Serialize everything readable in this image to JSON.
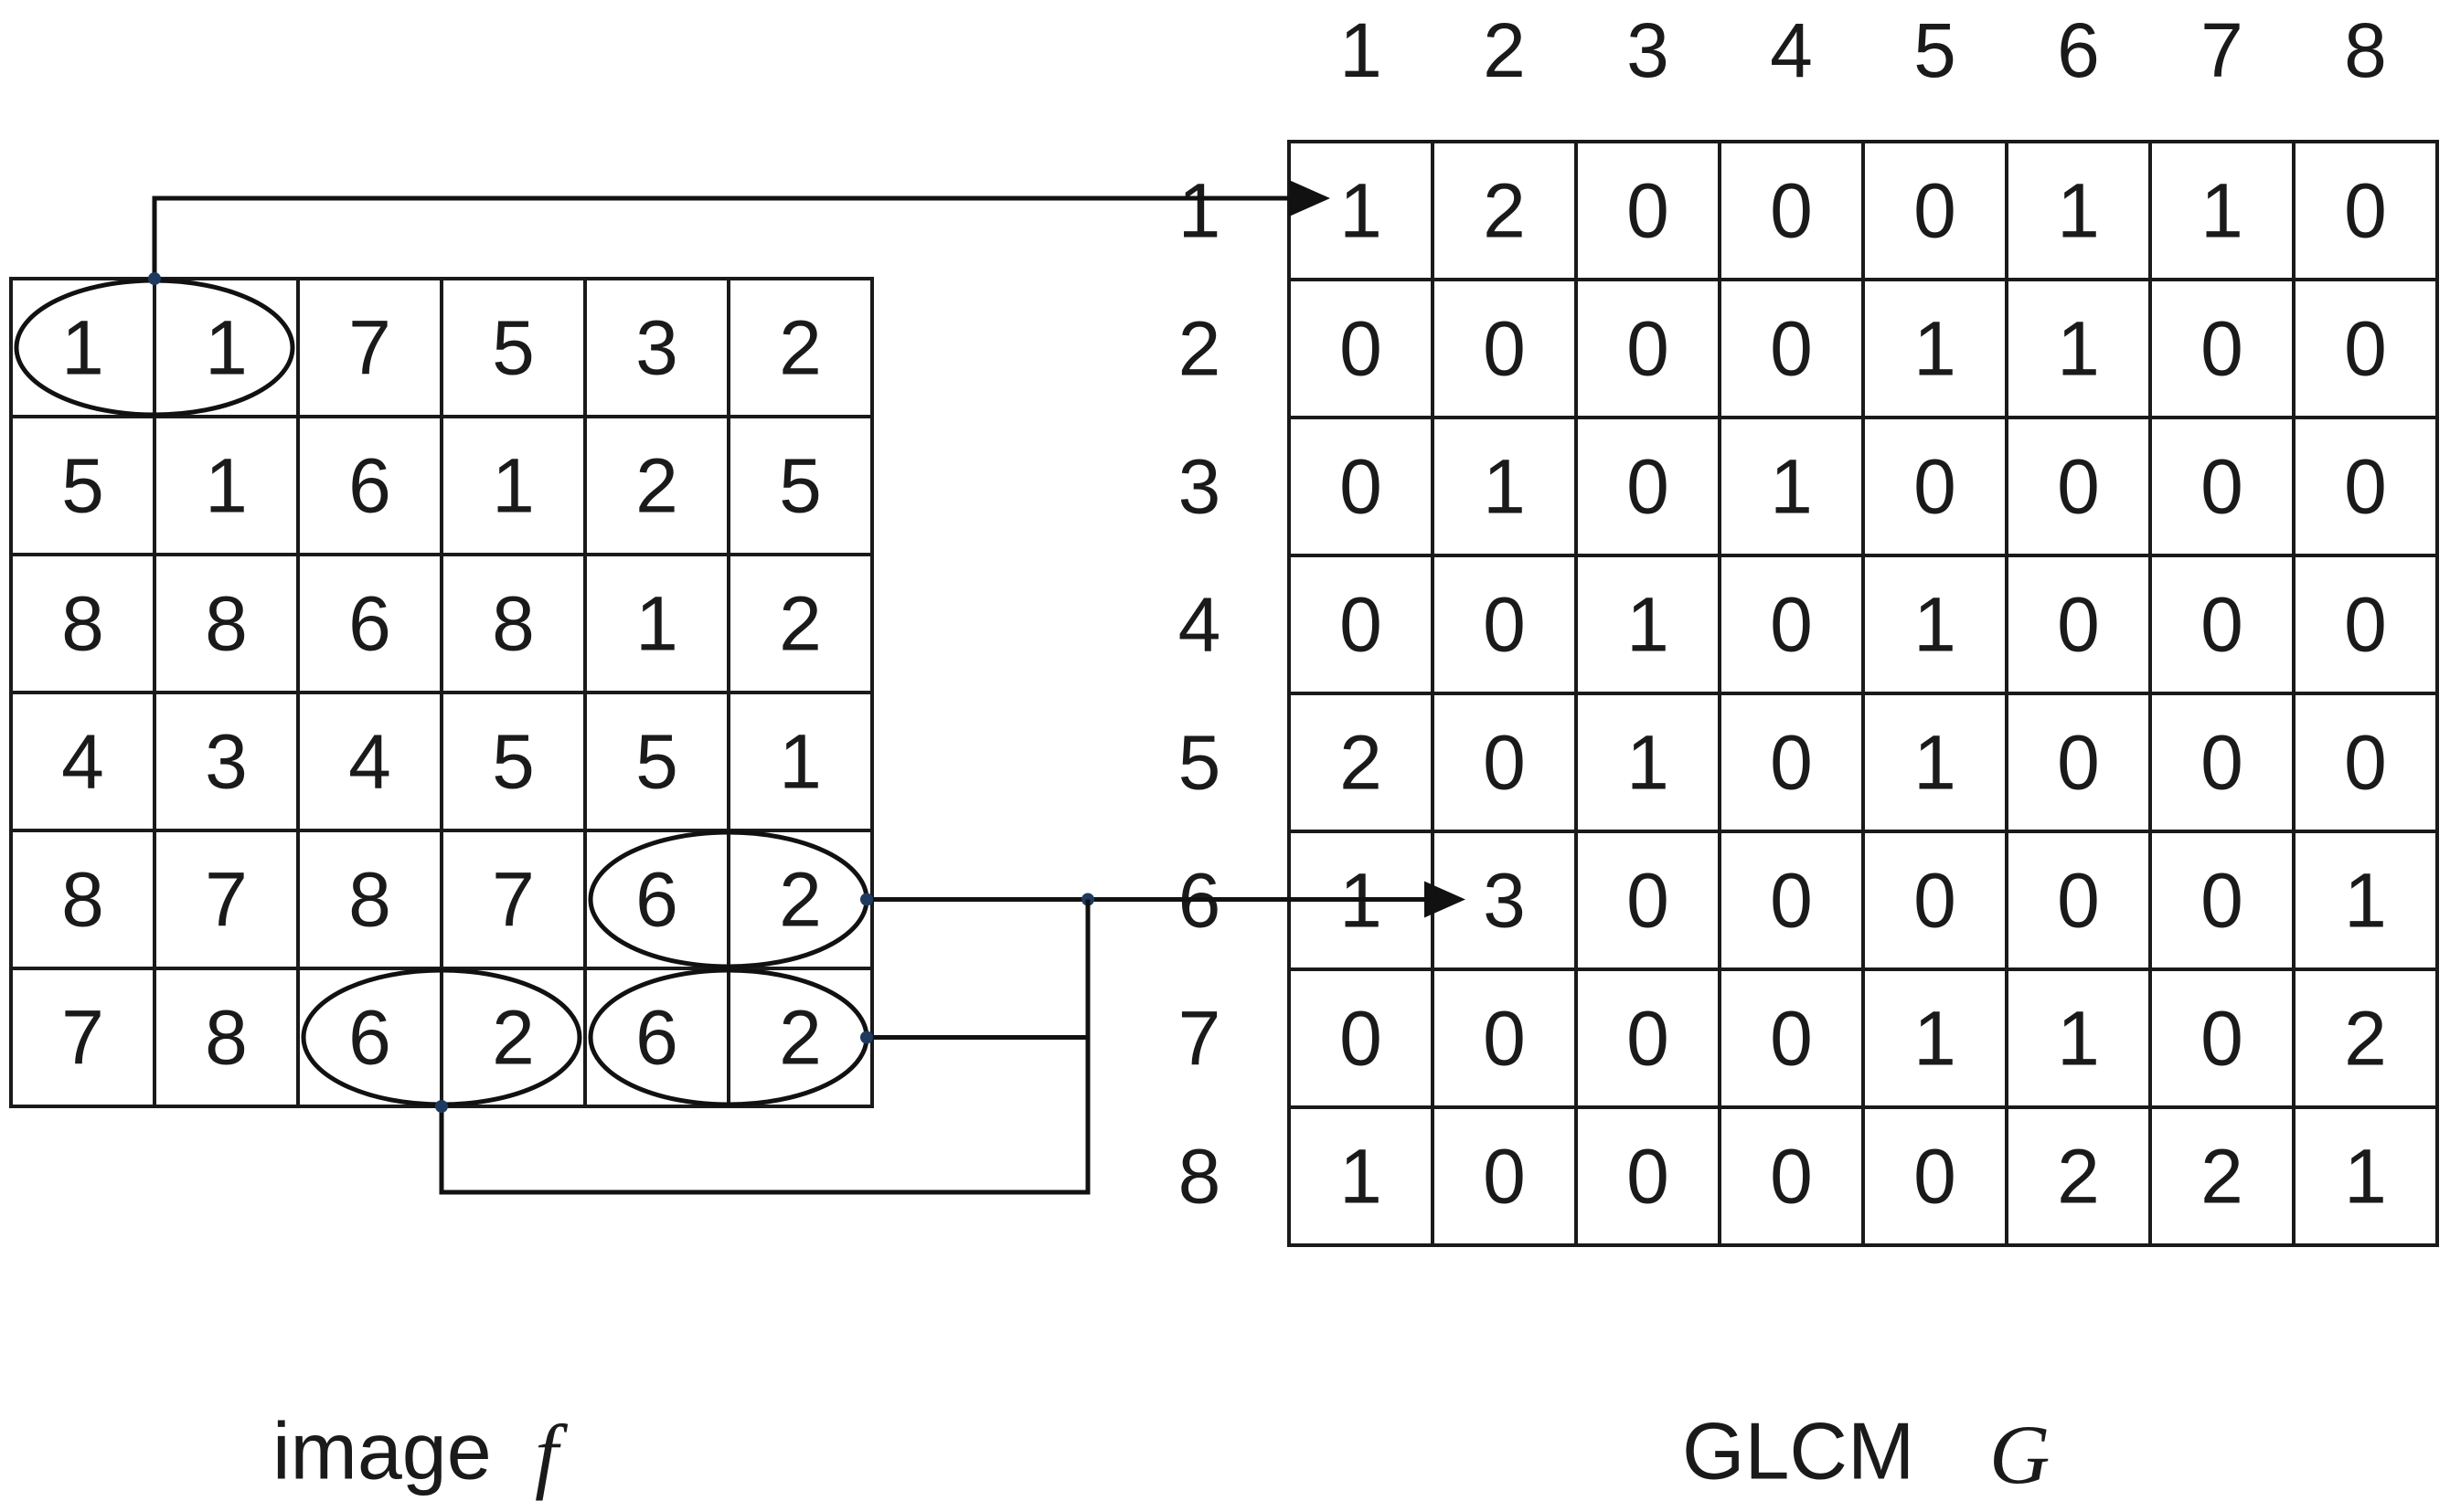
{
  "image_f": {
    "caption": "image",
    "variable": "f",
    "rows": [
      [
        "1",
        "1",
        "7",
        "5",
        "3",
        "2"
      ],
      [
        "5",
        "1",
        "6",
        "1",
        "2",
        "5"
      ],
      [
        "8",
        "8",
        "6",
        "8",
        "1",
        "2"
      ],
      [
        "4",
        "3",
        "4",
        "5",
        "5",
        "1"
      ],
      [
        "8",
        "7",
        "8",
        "7",
        "6",
        "2"
      ],
      [
        "7",
        "8",
        "6",
        "2",
        "6",
        "2"
      ]
    ],
    "highlighted_pairs": [
      {
        "row": 0,
        "col": 0,
        "values": "1,1"
      },
      {
        "row": 4,
        "col": 4,
        "values": "6,2"
      },
      {
        "row": 5,
        "col": 2,
        "values": "6,2"
      },
      {
        "row": 5,
        "col": 4,
        "values": "6,2"
      }
    ]
  },
  "glcm": {
    "caption": "GLCM",
    "variable": "G",
    "column_headers": [
      "1",
      "2",
      "3",
      "4",
      "5",
      "6",
      "7",
      "8"
    ],
    "row_headers": [
      "1",
      "2",
      "3",
      "4",
      "5",
      "6",
      "7",
      "8"
    ],
    "rows": [
      [
        "1",
        "2",
        "0",
        "0",
        "0",
        "1",
        "1",
        "0"
      ],
      [
        "0",
        "0",
        "0",
        "0",
        "1",
        "1",
        "0",
        "0"
      ],
      [
        "0",
        "1",
        "0",
        "1",
        "0",
        "0",
        "0",
        "0"
      ],
      [
        "0",
        "0",
        "1",
        "0",
        "1",
        "0",
        "0",
        "0"
      ],
      [
        "2",
        "0",
        "1",
        "0",
        "1",
        "0",
        "0",
        "0"
      ],
      [
        "1",
        "3",
        "0",
        "0",
        "0",
        "0",
        "0",
        "1"
      ],
      [
        "0",
        "0",
        "0",
        "0",
        "1",
        "1",
        "0",
        "2"
      ],
      [
        "1",
        "0",
        "0",
        "0",
        "0",
        "2",
        "2",
        "1"
      ]
    ]
  },
  "arrows": [
    {
      "from_pair": "1,1",
      "to_cell": [
        1,
        1
      ]
    },
    {
      "from_pair": "6,2",
      "to_cell": [
        6,
        2
      ]
    }
  ]
}
